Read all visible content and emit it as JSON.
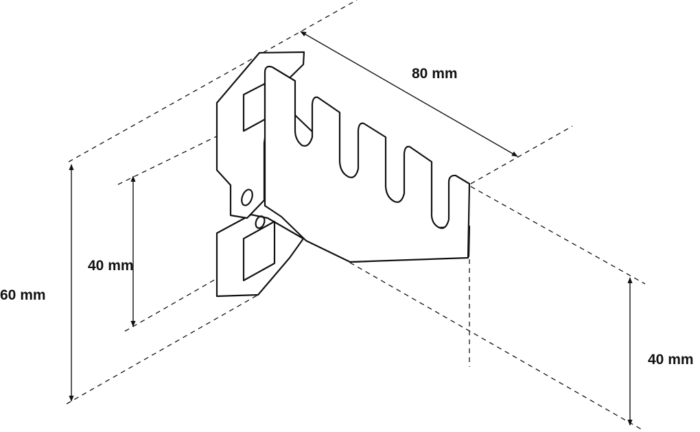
{
  "diagram": {
    "dimensions": {
      "length_top": "80 mm",
      "height_left_outer": "60 mm",
      "height_left_inner": "40 mm",
      "height_right": "40 mm"
    },
    "colors": {
      "line": "#111111",
      "background": "#ffffff"
    }
  }
}
